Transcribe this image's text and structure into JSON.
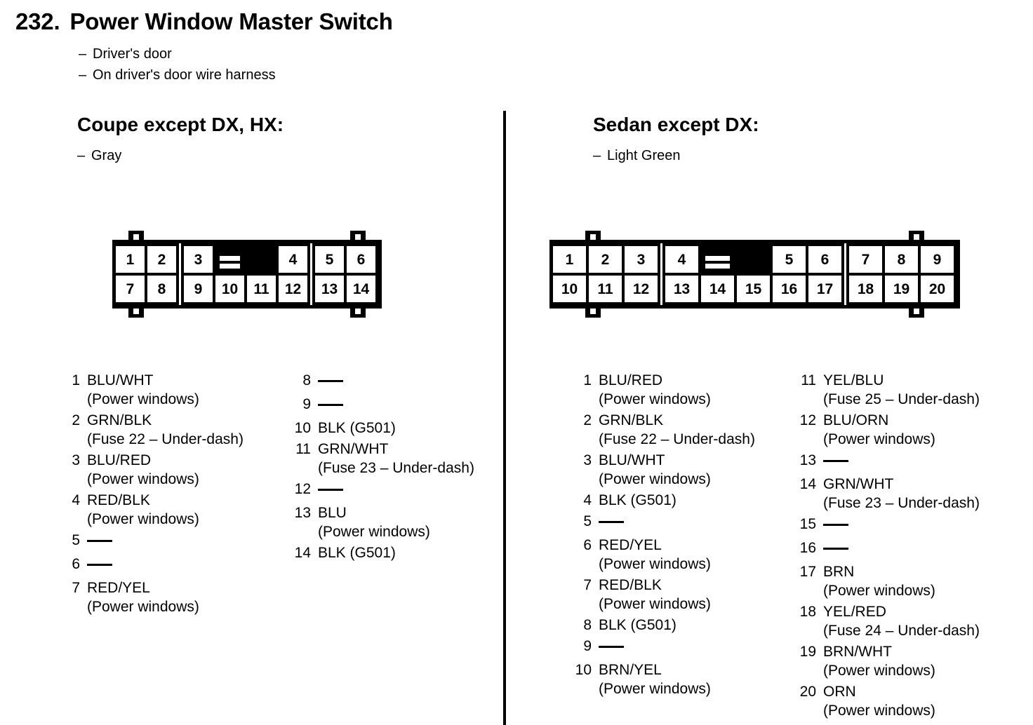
{
  "header": {
    "number": "232.",
    "title": "Power Window Master Switch",
    "notes": [
      "Driver's door",
      "On driver's door wire harness"
    ],
    "dash": "–"
  },
  "sections": {
    "left": {
      "heading": "Coupe except DX, HX:",
      "color": "Gray",
      "connector": {
        "top_row": [
          "1",
          "2",
          "3",
          "",
          "4",
          "5",
          "6"
        ],
        "bottom_row": [
          "7",
          "8",
          "9",
          "10",
          "11",
          "12",
          "13",
          "14"
        ]
      },
      "pins_column_a": [
        {
          "no": "1",
          "name": "BLU/WHT",
          "desc": "(Power windows)"
        },
        {
          "no": "2",
          "name": "GRN/BLK",
          "desc": "(Fuse 22 – Under-dash)"
        },
        {
          "no": "3",
          "name": "BLU/RED",
          "desc": "(Power windows)"
        },
        {
          "no": "4",
          "name": "RED/BLK",
          "desc": "(Power windows)"
        },
        {
          "no": "5",
          "name": "",
          "desc": ""
        },
        {
          "no": "6",
          "name": "",
          "desc": ""
        },
        {
          "no": "7",
          "name": "RED/YEL",
          "desc": "(Power windows)"
        }
      ],
      "pins_column_b": [
        {
          "no": "8",
          "name": "",
          "desc": ""
        },
        {
          "no": "9",
          "name": "",
          "desc": ""
        },
        {
          "no": "10",
          "name": "BLK (G501)",
          "desc": ""
        },
        {
          "no": "11",
          "name": "GRN/WHT",
          "desc": "(Fuse 23 – Under-dash)"
        },
        {
          "no": "12",
          "name": "",
          "desc": ""
        },
        {
          "no": "13",
          "name": "BLU",
          "desc": "(Power windows)"
        },
        {
          "no": "14",
          "name": "BLK (G501)",
          "desc": ""
        }
      ]
    },
    "right": {
      "heading": "Sedan except DX:",
      "color": "Light Green",
      "connector": {
        "top_row": [
          "1",
          "2",
          "3",
          "4",
          "",
          "5",
          "6",
          "7",
          "8",
          "9"
        ],
        "bottom_row": [
          "10",
          "11",
          "12",
          "13",
          "14",
          "15",
          "16",
          "17",
          "18",
          "19",
          "20"
        ]
      },
      "pins_column_a": [
        {
          "no": "1",
          "name": "BLU/RED",
          "desc": "(Power windows)"
        },
        {
          "no": "2",
          "name": "GRN/BLK",
          "desc": "(Fuse 22 – Under-dash)"
        },
        {
          "no": "3",
          "name": "BLU/WHT",
          "desc": "(Power windows)"
        },
        {
          "no": "4",
          "name": "BLK (G501)",
          "desc": ""
        },
        {
          "no": "5",
          "name": "",
          "desc": ""
        },
        {
          "no": "6",
          "name": "RED/YEL",
          "desc": "(Power windows)"
        },
        {
          "no": "7",
          "name": "RED/BLK",
          "desc": "(Power windows)"
        },
        {
          "no": "8",
          "name": "BLK (G501)",
          "desc": ""
        },
        {
          "no": "9",
          "name": "",
          "desc": ""
        },
        {
          "no": "10",
          "name": "BRN/YEL",
          "desc": "(Power windows)"
        }
      ],
      "pins_column_b": [
        {
          "no": "11",
          "name": "YEL/BLU",
          "desc": "(Fuse 25 – Under-dash)"
        },
        {
          "no": "12",
          "name": "BLU/ORN",
          "desc": "(Power windows)"
        },
        {
          "no": "13",
          "name": "",
          "desc": ""
        },
        {
          "no": "14",
          "name": "GRN/WHT",
          "desc": "(Fuse 23 – Under-dash)"
        },
        {
          "no": "15",
          "name": "",
          "desc": ""
        },
        {
          "no": "16",
          "name": "",
          "desc": ""
        },
        {
          "no": "17",
          "name": "BRN",
          "desc": "(Power windows)"
        },
        {
          "no": "18",
          "name": "YEL/RED",
          "desc": "(Fuse 24 – Under-dash)"
        },
        {
          "no": "19",
          "name": "BRN/WHT",
          "desc": "(Power windows)"
        },
        {
          "no": "20",
          "name": "ORN",
          "desc": "(Power windows)"
        }
      ]
    }
  },
  "colors": {
    "ink": "#000000",
    "paper": "#ffffff"
  }
}
